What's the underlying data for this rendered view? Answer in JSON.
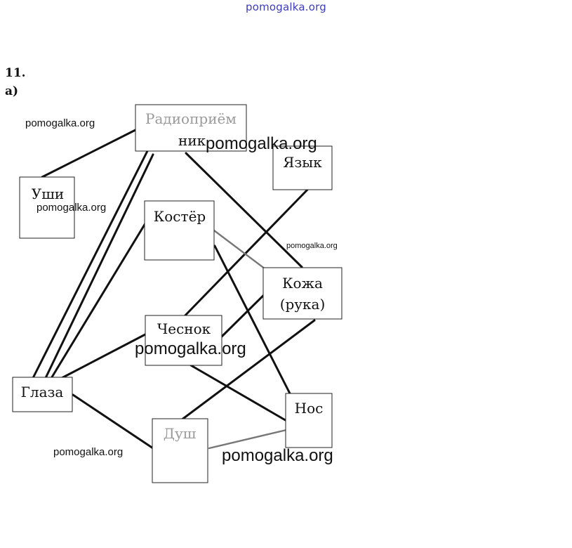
{
  "header": {
    "site": "pomogalka.org"
  },
  "task": {
    "number": "11.",
    "part": "а)"
  },
  "nodes": {
    "radio_line1": "Радиоприём",
    "radio_line2": "ник",
    "tongue": "Язык",
    "ears": "Уши",
    "bonfire": "Костёр",
    "skin_line1": "Кожа",
    "skin_line2": "(рука)",
    "garlic": "Чеснок",
    "eyes": "Глаза",
    "nose": "Нос",
    "shower": "Душ"
  },
  "watermarks": {
    "w1": "pomogalka.org",
    "w2": "pomogalka.org",
    "w3": "pomogalka.org",
    "w4": "pomogalka.org",
    "w5": "pomogalka.org",
    "w6": "pomogalka.org",
    "w7": "pomogalka.org"
  },
  "edges": [
    {
      "from": "ears",
      "to": "radio"
    },
    {
      "from": "eyes",
      "to": "radio"
    },
    {
      "from": "eyes",
      "to": "bonfire"
    },
    {
      "from": "eyes",
      "to": "garlic"
    },
    {
      "from": "eyes",
      "to": "shower"
    },
    {
      "from": "radio",
      "to": "skin"
    },
    {
      "from": "tongue",
      "to": "garlic"
    },
    {
      "from": "bonfire",
      "to": "skin"
    },
    {
      "from": "bonfire",
      "to": "nose"
    },
    {
      "from": "garlic",
      "to": "skin"
    },
    {
      "from": "garlic",
      "to": "nose"
    },
    {
      "from": "skin",
      "to": "shower"
    },
    {
      "from": "nose",
      "to": "shower"
    }
  ]
}
